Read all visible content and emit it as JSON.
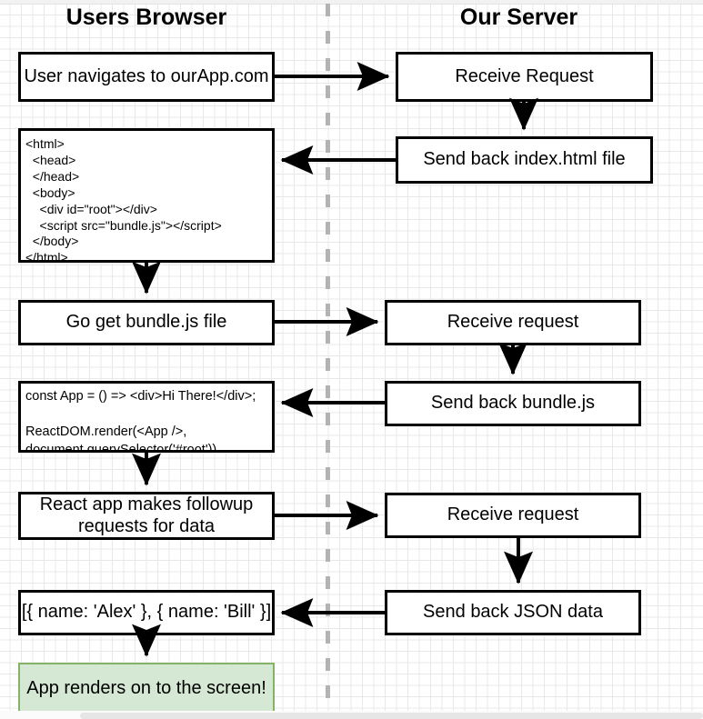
{
  "diagram": {
    "title_left": "Users Browser",
    "title_right": "Our Server",
    "divider_label": "vertical-dashed-separator",
    "colors": {
      "node_border": "#000000",
      "node_fill": "#ffffff",
      "highlight_fill": "#d5e8d4",
      "highlight_border": "#82b366",
      "edge": "#000000",
      "divider": "#b3b3b3",
      "grid_minor": "#e8e8e8",
      "grid_major": "#d0d0d0"
    }
  },
  "nodes": {
    "user_navigates": "User navigates to\nourApp.com",
    "receive_request_1": "Receive Request",
    "send_index_html": "Send back index.html file",
    "html_document": "<html>\n  <head>\n  </head>\n  <body>\n    <div id=\"root\"></div>\n    <script src=\"bundle.js\"></script>\n  </body>\n</html>",
    "go_get_bundle": "Go get bundle.js file",
    "receive_request_2": "Receive request",
    "send_bundle_js": "Send back bundle.js",
    "react_code": "const App = () => <div>Hi There!</div>;\n\nReactDOM.render(<App />,\ndocument.querySelector('#root'))",
    "react_followup": "React app makes followup\nrequests for data",
    "receive_request_3": "Receive request",
    "send_json_data": "Send back JSON data",
    "json_payload": "[{ name: 'Alex' }, { name: 'Bill' }]",
    "app_renders": "App renders on to the\nscreen!"
  },
  "edges": [
    {
      "name": "edge-user-navigates-to-receive-request",
      "from": "user_navigates",
      "to": "receive_request_1",
      "direction": "right"
    },
    {
      "name": "edge-receive-request-to-send-index",
      "from": "receive_request_1",
      "to": "send_index_html",
      "direction": "down"
    },
    {
      "name": "edge-send-index-to-html-document",
      "from": "send_index_html",
      "to": "html_document",
      "direction": "left"
    },
    {
      "name": "edge-html-document-to-go-get-bundle",
      "from": "html_document",
      "to": "go_get_bundle",
      "direction": "down"
    },
    {
      "name": "edge-go-get-bundle-to-receive-request",
      "from": "go_get_bundle",
      "to": "receive_request_2",
      "direction": "right"
    },
    {
      "name": "edge-receive-request-to-send-bundle",
      "from": "receive_request_2",
      "to": "send_bundle_js",
      "direction": "down"
    },
    {
      "name": "edge-send-bundle-to-react-code",
      "from": "send_bundle_js",
      "to": "react_code",
      "direction": "left"
    },
    {
      "name": "edge-react-code-to-react-followup",
      "from": "react_code",
      "to": "react_followup",
      "direction": "down"
    },
    {
      "name": "edge-react-followup-to-receive-request",
      "from": "react_followup",
      "to": "receive_request_3",
      "direction": "right"
    },
    {
      "name": "edge-receive-request-to-send-json",
      "from": "receive_request_3",
      "to": "send_json_data",
      "direction": "down"
    },
    {
      "name": "edge-send-json-to-json-payload",
      "from": "send_json_data",
      "to": "json_payload",
      "direction": "left"
    },
    {
      "name": "edge-json-payload-to-app-renders",
      "from": "json_payload",
      "to": "app_renders",
      "direction": "down"
    }
  ]
}
